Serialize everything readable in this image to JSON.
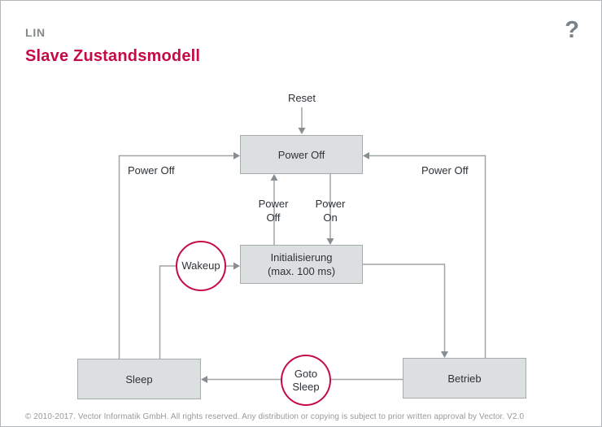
{
  "header": {
    "category": "LIN",
    "title": "Slave Zustandsmodell",
    "help_icon": "?"
  },
  "colors": {
    "accent_red": "#c30b44",
    "box_fill": "#dcdfe0",
    "box_border": "#a6abad",
    "connector_gray": "#9fa4a7",
    "text_dark": "#2d3237",
    "category_gray": "#83888b",
    "footer_gray": "#949a9d"
  },
  "diagram": {
    "nodes": {
      "power_off": {
        "label": "Power Off"
      },
      "initialisierung": {
        "label": "Initialisierung",
        "sublabel": "(max. 100 ms)"
      },
      "sleep": {
        "label": "Sleep"
      },
      "betrieb": {
        "label": "Betrieb"
      }
    },
    "events": {
      "wakeup": {
        "label": "Wakeup"
      },
      "goto_sleep": {
        "line1": "Goto",
        "line2": "Sleep"
      }
    },
    "labels": {
      "reset": "Reset",
      "power_off_left": "Power Off",
      "power_off_right": "Power Off",
      "power_off_up": {
        "line1": "Power",
        "line2": "Off"
      },
      "power_on_down": {
        "line1": "Power",
        "line2": "On"
      }
    }
  },
  "footer": {
    "copyright": "© 2010-2017. Vector Informatik GmbH. All rights reserved. Any distribution or copying is subject to prior written approval by Vector. V2.0"
  }
}
